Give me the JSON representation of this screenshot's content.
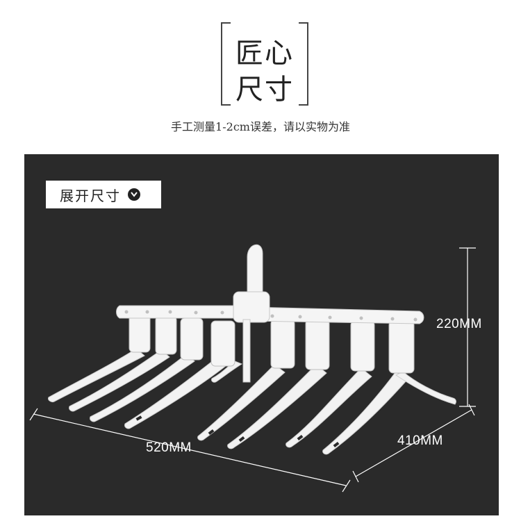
{
  "header": {
    "title_line1": "匠心",
    "title_line2": "尺寸",
    "subtitle": "手工测量1-2cm误差，请以实物为准"
  },
  "panel": {
    "label": "展开尺寸",
    "label_icon": "chevron-down-circle-icon",
    "background": "#2a2a2a"
  },
  "dimensions": {
    "height": "220MM",
    "width": "520MM",
    "depth": "410MM"
  },
  "product": {
    "name": "folding-clothes-hanger",
    "arm_count": 8,
    "color": "#f2f2f2"
  }
}
